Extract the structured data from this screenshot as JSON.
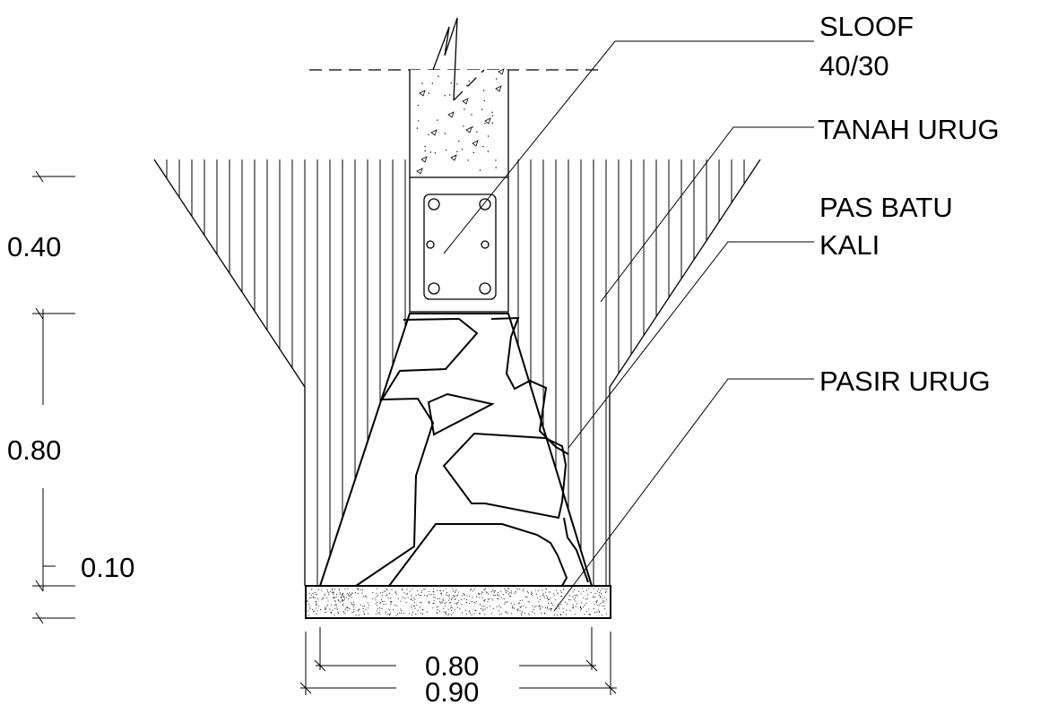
{
  "labels": {
    "sloof_line1": "SLOOF",
    "sloof_line2": "40/30",
    "tanah_urug": "TANAH URUG",
    "pas_batu_line1": "PAS BATU",
    "pas_batu_line2": "KALI",
    "pasir_urug": "PASIR URUG"
  },
  "dimensions": {
    "height_sloof": "0.40",
    "height_foundation": "0.80",
    "height_sand": "0.10",
    "width_top": "0.80",
    "width_bottom": "0.90"
  },
  "colors": {
    "line": "#000000",
    "background": "#ffffff"
  }
}
